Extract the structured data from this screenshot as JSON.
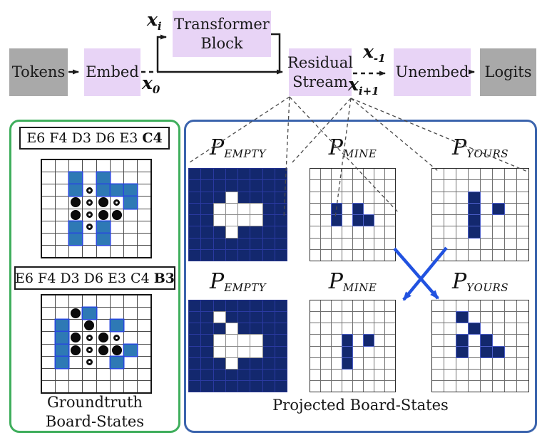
{
  "pipeline": {
    "tokens": "Tokens",
    "embed": "Embed",
    "transformer_block": "Transformer Block",
    "residual_stream": "Residual Stream",
    "unembed": "Unembed",
    "logits": "Logits",
    "x_i": {
      "base": "x",
      "sub": "i"
    },
    "x_0": {
      "base": "x",
      "sub": "0"
    },
    "x_neg1": {
      "base": "x",
      "sub": "-1"
    },
    "x_i_plus_1": {
      "base": "x",
      "sub": "i+1"
    }
  },
  "groundtruth": {
    "caption_line1": "Groundtruth",
    "caption_line2": "Board-States",
    "boards": [
      {
        "moves_prefix": "E6 F4 D3 D6 E3 ",
        "moves_last": "C4",
        "blue": [
          [
            1,
            2
          ],
          [
            1,
            4
          ],
          [
            2,
            2
          ],
          [
            2,
            4
          ],
          [
            2,
            5
          ],
          [
            2,
            6
          ],
          [
            3,
            6
          ],
          [
            5,
            2
          ],
          [
            5,
            4
          ],
          [
            6,
            2
          ],
          [
            6,
            4
          ]
        ],
        "black_discs": [
          [
            3,
            2
          ],
          [
            3,
            4
          ],
          [
            4,
            2
          ],
          [
            4,
            4
          ],
          [
            4,
            5
          ]
        ],
        "white_discs": [
          [
            2,
            3
          ],
          [
            3,
            3
          ],
          [
            3,
            5
          ],
          [
            4,
            3
          ],
          [
            5,
            3
          ]
        ]
      },
      {
        "moves_prefix": "E6 F4 D3 D6 E3 C4 ",
        "moves_last": "B3",
        "blue": [
          [
            1,
            3
          ],
          [
            2,
            1
          ],
          [
            2,
            5
          ],
          [
            3,
            1
          ],
          [
            4,
            1
          ],
          [
            4,
            6
          ],
          [
            5,
            1
          ],
          [
            5,
            5
          ]
        ],
        "black_discs": [
          [
            1,
            2
          ],
          [
            2,
            3
          ],
          [
            3,
            2
          ],
          [
            3,
            4
          ],
          [
            4,
            2
          ],
          [
            4,
            4
          ],
          [
            4,
            5
          ]
        ],
        "white_discs": [
          [
            3,
            3
          ],
          [
            3,
            5
          ],
          [
            4,
            3
          ],
          [
            5,
            3
          ]
        ]
      }
    ]
  },
  "projected": {
    "caption": "Projected Board-States",
    "grids": [
      {
        "label_base": "P",
        "label_sub": "EMPTY",
        "bg": "navy",
        "cells": [
          [
            2,
            3
          ],
          [
            3,
            2
          ],
          [
            3,
            3
          ],
          [
            3,
            4
          ],
          [
            3,
            5
          ],
          [
            4,
            2
          ],
          [
            4,
            3
          ],
          [
            4,
            4
          ],
          [
            4,
            5
          ],
          [
            5,
            3
          ]
        ]
      },
      {
        "label_base": "P",
        "label_sub": "MINE",
        "bg": "white",
        "cells": [
          [
            3,
            2
          ],
          [
            3,
            4
          ],
          [
            4,
            2
          ],
          [
            4,
            4
          ],
          [
            4,
            5
          ]
        ]
      },
      {
        "label_base": "P",
        "label_sub": "YOURS",
        "bg": "white",
        "cells": [
          [
            2,
            3
          ],
          [
            3,
            3
          ],
          [
            3,
            5
          ],
          [
            4,
            3
          ],
          [
            5,
            3
          ]
        ]
      },
      {
        "label_base": "P",
        "label_sub": "EMPTY",
        "bg": "navy",
        "cells": [
          [
            1,
            2
          ],
          [
            2,
            3
          ],
          [
            3,
            2
          ],
          [
            3,
            3
          ],
          [
            3,
            4
          ],
          [
            3,
            5
          ],
          [
            4,
            2
          ],
          [
            4,
            3
          ],
          [
            4,
            4
          ],
          [
            4,
            5
          ],
          [
            5,
            3
          ]
        ]
      },
      {
        "label_base": "P",
        "label_sub": "MINE",
        "bg": "white",
        "cells": [
          [
            3,
            3
          ],
          [
            3,
            5
          ],
          [
            4,
            3
          ],
          [
            5,
            3
          ]
        ]
      },
      {
        "label_base": "P",
        "label_sub": "YOURS",
        "bg": "white",
        "cells": [
          [
            1,
            2
          ],
          [
            2,
            3
          ],
          [
            3,
            2
          ],
          [
            3,
            4
          ],
          [
            4,
            2
          ],
          [
            4,
            4
          ],
          [
            4,
            5
          ]
        ]
      }
    ]
  },
  "colors": {
    "lavender": "#e8d4f6",
    "gray": "#a9a9a9",
    "navy": "#13286e",
    "board_blue": "#2e79b5",
    "green_border": "#3fae5c",
    "blue_border": "#3b64ad",
    "arrow_blue": "#2152e0"
  }
}
